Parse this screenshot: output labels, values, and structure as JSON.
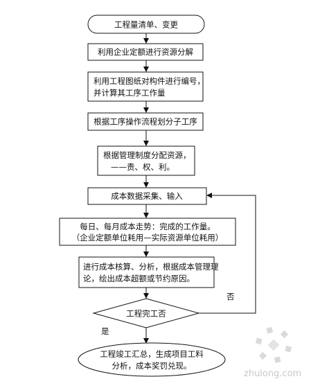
{
  "flowchart": {
    "start": "工程量清单、变更",
    "step1": "利用企业定额进行资源分解",
    "step2": [
      "利用工程图纸对构件进行编号，",
      "并计算其工序工作量"
    ],
    "step3": "根据工序操作流程划分子工序",
    "step4": [
      "根据管理制度分配资源，",
      "——责、权、利。"
    ],
    "step5": "成本数据采集、输入",
    "step6": [
      "每日、每月成本走势：完成的工作量。",
      "（企业定额单位耗用—实际资源单位耗用）"
    ],
    "step7": [
      "进行成本核算、分析，根据成本管理理",
      "论，绘出成本超额或节约原因。"
    ],
    "decision": "工程完工否",
    "no_label": "否",
    "yes_label": "是",
    "end": [
      "工程竣工汇总，生成项目工料",
      "分析，成本奖罚兑现。"
    ]
  },
  "watermark": "zhulong.com"
}
